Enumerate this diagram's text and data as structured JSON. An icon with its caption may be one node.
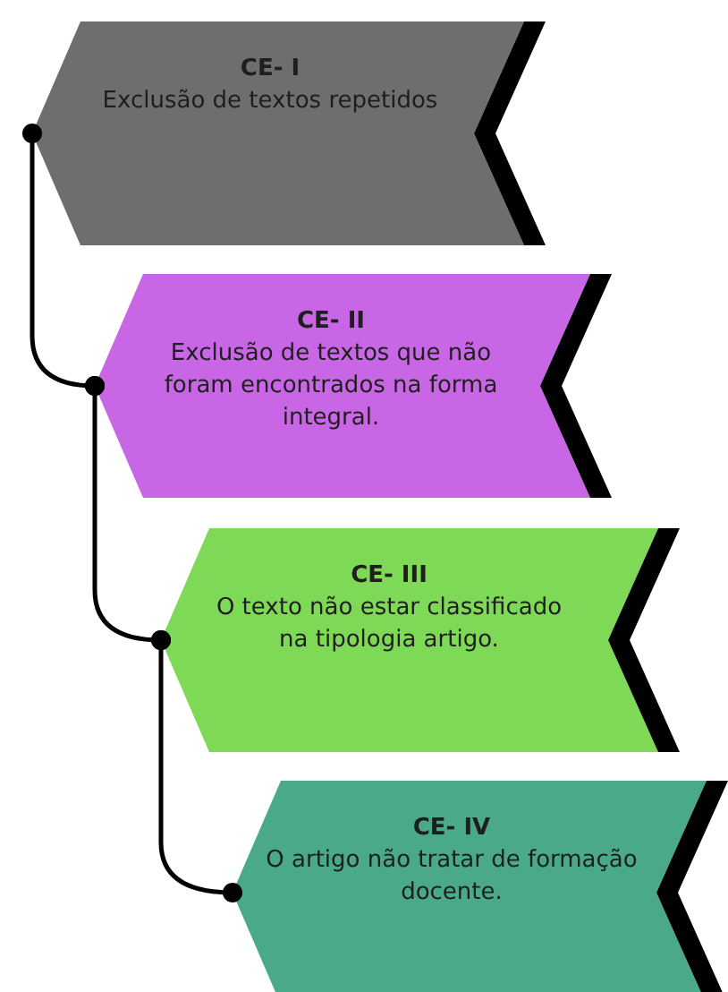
{
  "diagram": {
    "nodes": [
      {
        "text": [
          "CE- I",
          "Exclusão de textos repetidos"
        ]
      },
      {
        "text": [
          "CE- II",
          "Exclusão de textos que não foram encontrados na forma integral."
        ]
      },
      {
        "text": [
          "CE- III",
          "O texto não estar classificado na tipologia artigo."
        ]
      },
      {
        "text": [
          "CE- IV",
          "O artigo não tratar de formação docente."
        ]
      }
    ],
    "edges": [
      {
        "from": 0,
        "to": 1,
        "arrow": "other"
      },
      {
        "from": 1,
        "to": 2,
        "arrow": "other"
      },
      {
        "from": 2,
        "to": 3,
        "arrow": "other"
      }
    ]
  }
}
